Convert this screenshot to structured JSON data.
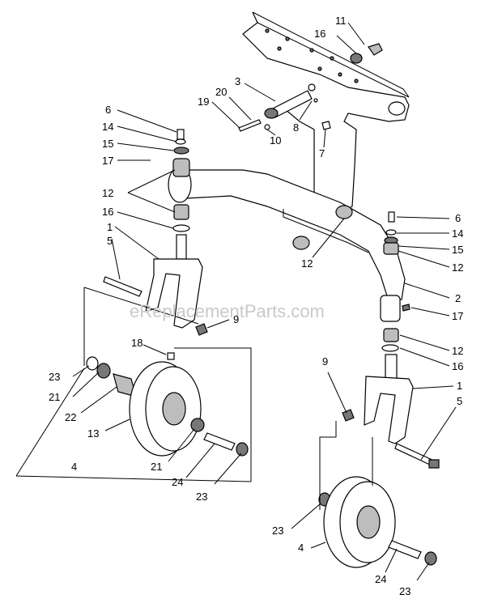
{
  "watermark": "eReplacementParts.com",
  "labels": {
    "l11": "11",
    "l16a": "16",
    "l3": "3",
    "l20": "20",
    "l19": "19",
    "l8": "8",
    "l10": "10",
    "l7": "7",
    "l6a": "6",
    "l14a": "14",
    "l15a": "15",
    "l17a": "17",
    "l12a": "12",
    "l16b": "16",
    "l1a": "1",
    "l5a": "5",
    "l12b": "12",
    "l6b": "6",
    "l14b": "14",
    "l15b": "15",
    "l12c": "12",
    "l2": "2",
    "l17b": "17",
    "l9a": "9",
    "l18": "18",
    "l12d": "12",
    "l16c": "16",
    "l23a": "23",
    "l21a": "21",
    "l22": "22",
    "l13": "13",
    "l9b": "9",
    "l1b": "1",
    "l5b": "5",
    "l4a": "4",
    "l21b": "21",
    "l24a": "24",
    "l23b": "23",
    "l23c": "23",
    "l4b": "4",
    "l24b": "24",
    "l23d": "23"
  }
}
